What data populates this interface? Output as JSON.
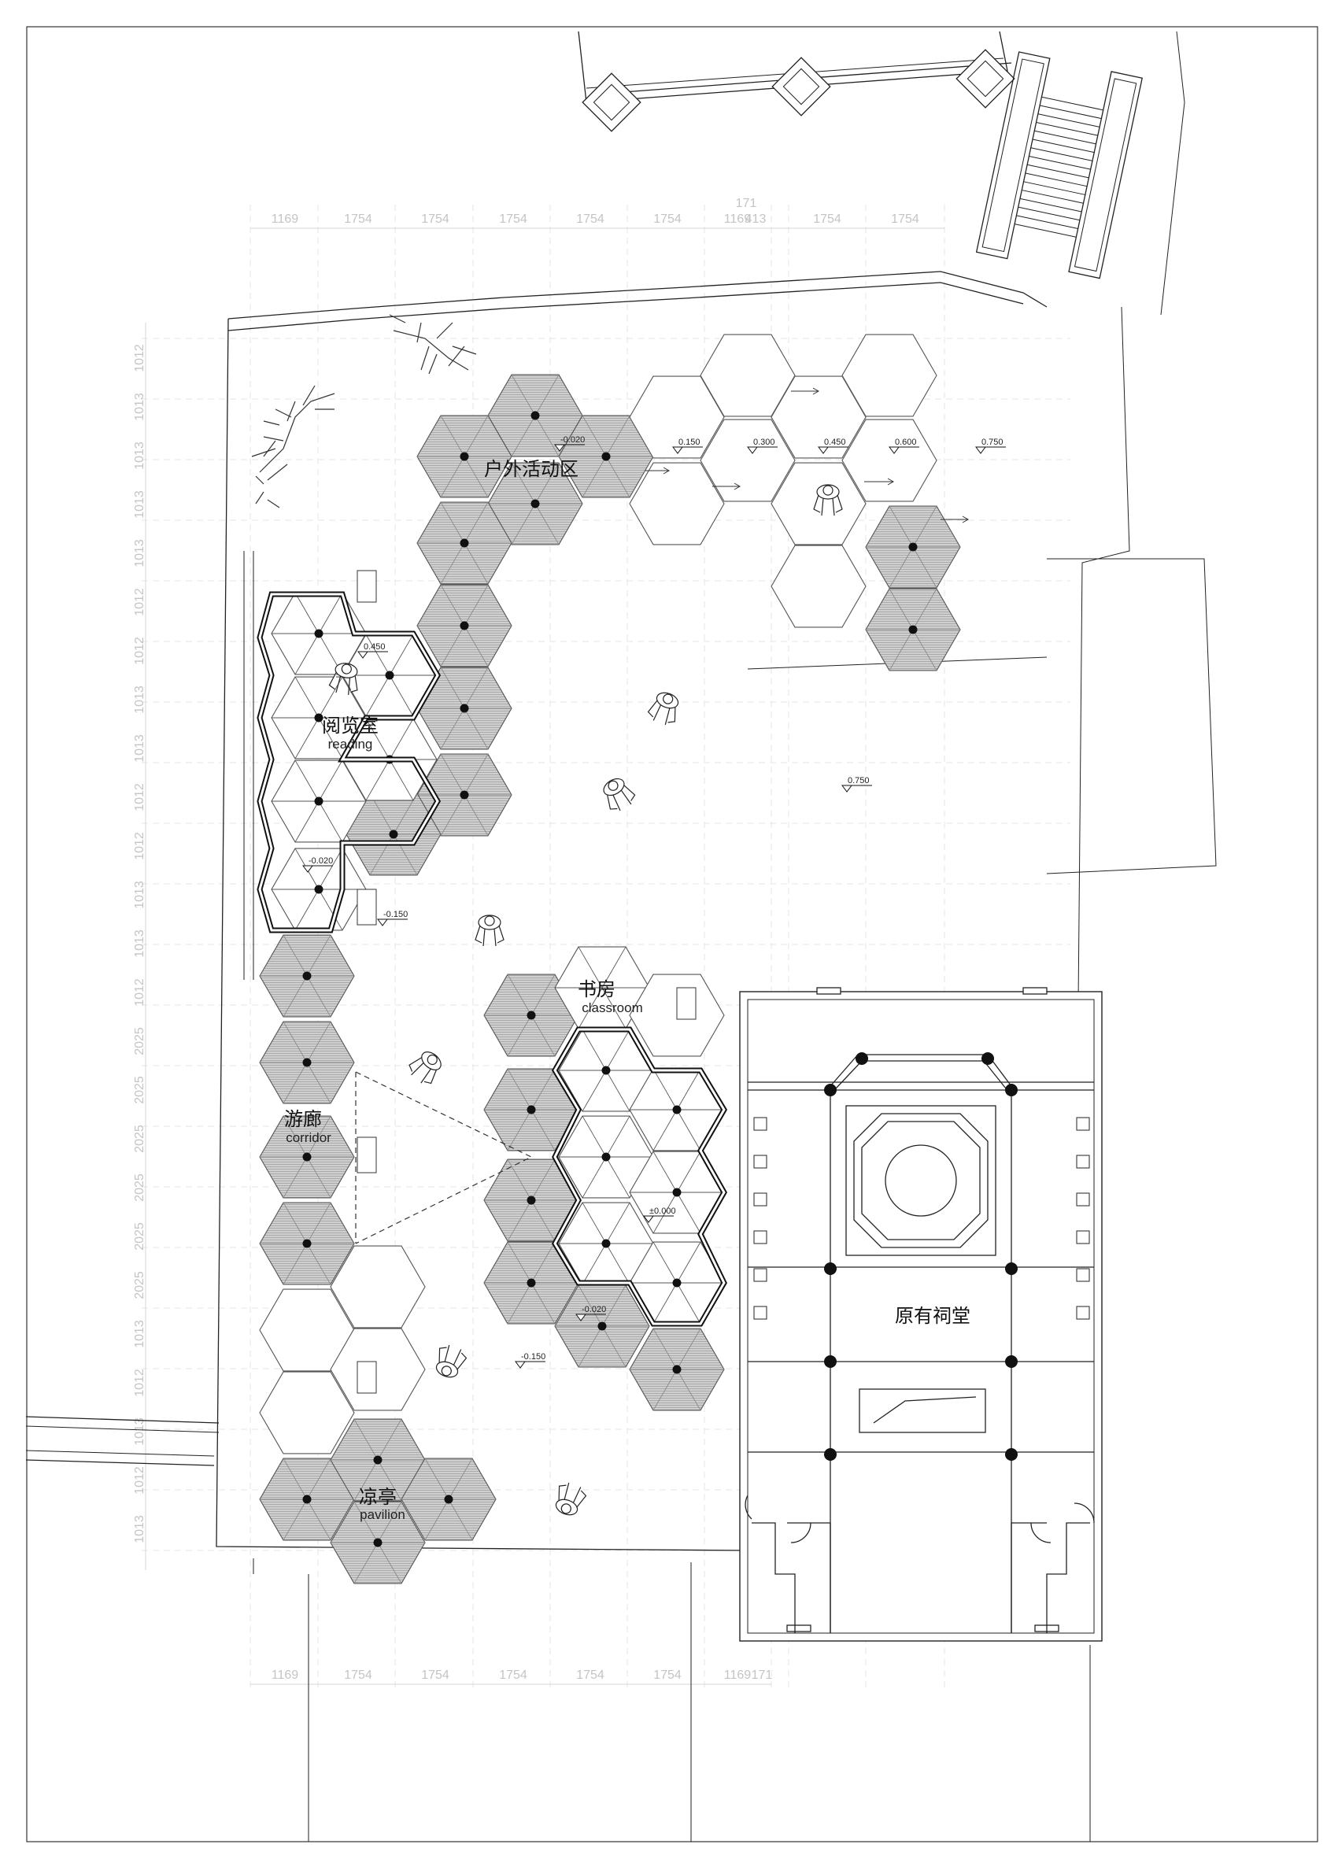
{
  "title": "",
  "labels": {
    "outdoor_zh": "户外活动区",
    "reading_zh": "阅览室",
    "reading_en": "reading",
    "classroom_zh": "书房",
    "classroom_en": "classroom",
    "corridor_zh": "游廊",
    "corridor_en": "corridor",
    "pavilion_zh": "凉亭",
    "pavilion_en": "pavilion",
    "hall_zh": "原有祠堂"
  },
  "levels": {
    "outdoor": "-0.020",
    "step1": "0.150",
    "step2": "0.300",
    "step3": "0.450",
    "step4": "0.600",
    "step5": "0.750",
    "right_yard": "0.750",
    "reading_top": "0.450",
    "reading_bottom": "-0.020",
    "reading_out": "-0.150",
    "classroom": "±0.000",
    "classroom_bottom": "-0.020",
    "lower_yard": "-0.150"
  },
  "dims_top": [
    "1169",
    "1754",
    "1754",
    "1754",
    "1754",
    "1754",
    "1169",
    "413",
    "1754",
    "1754"
  ],
  "dim_top_extra": "171",
  "dims_bottom": [
    "1169",
    "1754",
    "1754",
    "1754",
    "1754",
    "1754",
    "1169",
    "171"
  ],
  "dims_left": [
    "1012",
    "1013",
    "1013",
    "1013",
    "1013",
    "1012",
    "1012",
    "1013",
    "1013",
    "1012",
    "1012",
    "1013",
    "1013",
    "1012",
    "2025",
    "2025",
    "2025",
    "2025",
    "2025",
    "2025",
    "1013",
    "1012",
    "1013",
    "1012",
    "1013"
  ],
  "colors": {
    "line": "#222222",
    "hatched_hex": "#c9c9c9",
    "dimension": "#c4c4c4"
  }
}
